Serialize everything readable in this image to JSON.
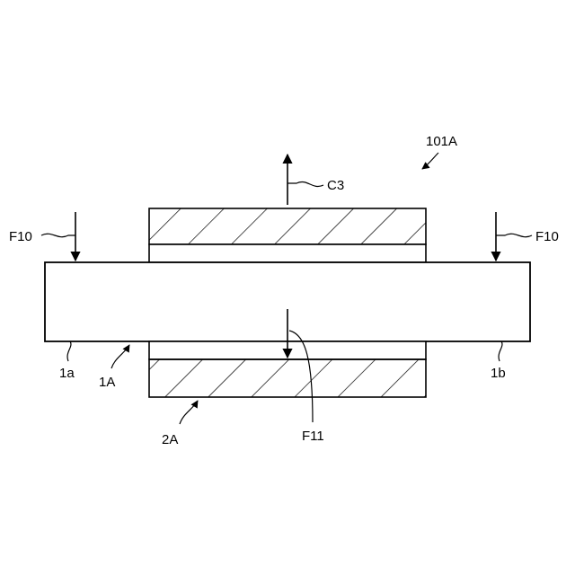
{
  "figure_label": "101A",
  "labels": {
    "force_left": "F10",
    "force_right": "F10",
    "force_center": "F11",
    "direction_up": "C3",
    "end_left": "1a",
    "end_right": "1b",
    "plate": "1A",
    "member": "2A"
  }
}
